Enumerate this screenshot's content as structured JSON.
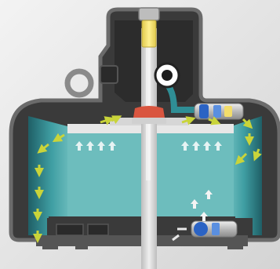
{
  "diagram": {
    "colors": {
      "background_light": "#ececec",
      "background_dark": "#d6d6d6",
      "housing": "#3a3a3a",
      "housing_edge": "#6b6b6b",
      "fluid": "#6dbdbd",
      "fluid_dark": "#2f8e95",
      "flow_arrow": "#c9d43a",
      "pressure_arrow": "#e6f3f3",
      "nozzle": "#f2dd6b",
      "valve_red": "#d9553f",
      "actuator": "#2b63c4",
      "spindle": "#d3d3d3"
    },
    "arrows": {
      "pressure_left_count": 4,
      "pressure_right_count": 4
    },
    "components": [
      "housing",
      "fluid-chamber",
      "top-nozzle",
      "center-spindle",
      "red-valve-seat",
      "eye-indicator",
      "upper-actuator",
      "lower-actuator",
      "hanging-ring"
    ]
  }
}
